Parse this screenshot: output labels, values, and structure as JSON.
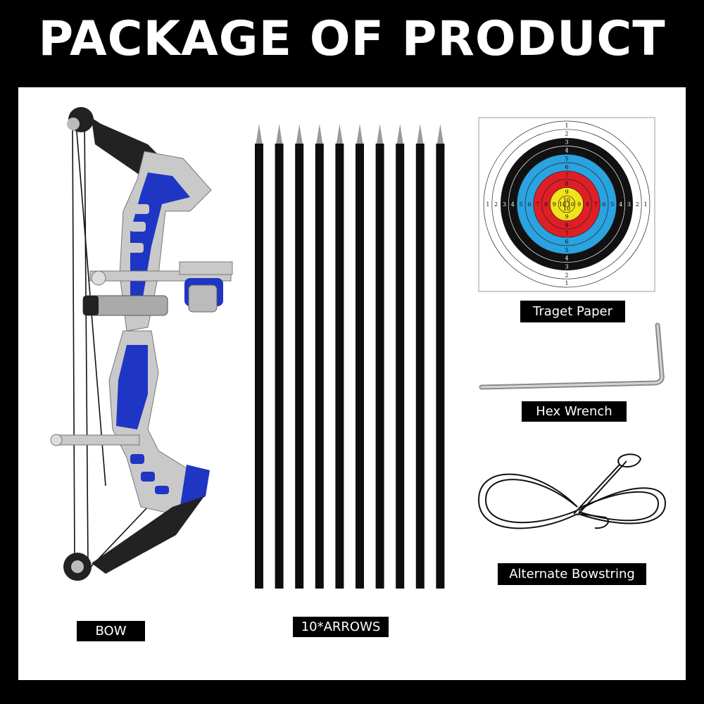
{
  "title": "PACKAGE OF PRODUCT",
  "labels": {
    "bow": "BOW",
    "arrows": "10*ARROWS",
    "target": "Traget Paper",
    "wrench": "Hex Wrench",
    "bowstring": "Alternate Bowstring"
  },
  "target": {
    "ring_numbers": [
      "1",
      "2",
      "3",
      "4",
      "5",
      "6",
      "7",
      "8",
      "9",
      "10"
    ],
    "colors": [
      "#ffffff",
      "#ffffff",
      "#111111",
      "#111111",
      "#2aa3e0",
      "#2aa3e0",
      "#e01e25",
      "#e01e25",
      "#f2e21a",
      "#f2e21a"
    ]
  },
  "arrows": {
    "count": 10
  },
  "colors": {
    "bow_accent": "#1f35c4",
    "metal": "#c8c8c8"
  }
}
